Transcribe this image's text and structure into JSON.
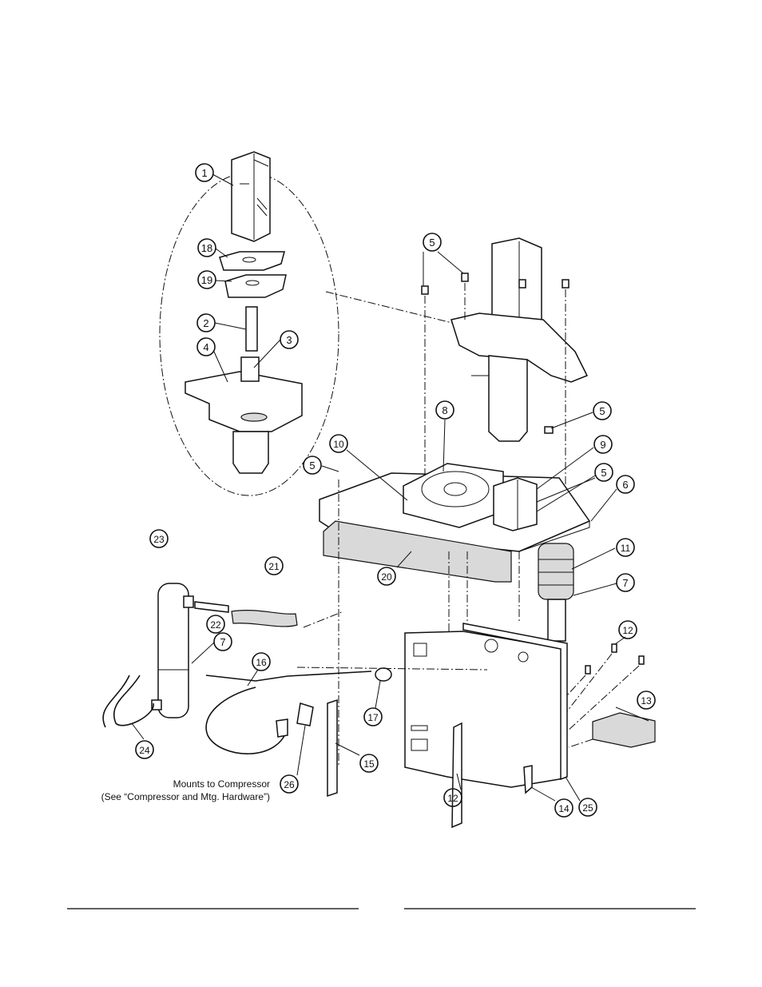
{
  "callouts": [
    {
      "id": "c1",
      "label": "1"
    },
    {
      "id": "c18",
      "label": "18"
    },
    {
      "id": "c19",
      "label": "19"
    },
    {
      "id": "c2",
      "label": "2"
    },
    {
      "id": "c3",
      "label": "3"
    },
    {
      "id": "c4",
      "label": "4"
    },
    {
      "id": "c5a",
      "label": "5"
    },
    {
      "id": "c5b",
      "label": "5"
    },
    {
      "id": "c5c",
      "label": "5"
    },
    {
      "id": "c5d",
      "label": "5"
    },
    {
      "id": "c8",
      "label": "8"
    },
    {
      "id": "c9",
      "label": "9"
    },
    {
      "id": "c10",
      "label": "10"
    },
    {
      "id": "c6",
      "label": "6"
    },
    {
      "id": "c11",
      "label": "11"
    },
    {
      "id": "c7a",
      "label": "7"
    },
    {
      "id": "c7b",
      "label": "7"
    },
    {
      "id": "c23",
      "label": "23"
    },
    {
      "id": "c21",
      "label": "21"
    },
    {
      "id": "c20",
      "label": "20"
    },
    {
      "id": "c22",
      "label": "22"
    },
    {
      "id": "c16",
      "label": "16"
    },
    {
      "id": "c12a",
      "label": "12"
    },
    {
      "id": "c12b",
      "label": "12"
    },
    {
      "id": "c13",
      "label": "13"
    },
    {
      "id": "c17",
      "label": "17"
    },
    {
      "id": "c24",
      "label": "24"
    },
    {
      "id": "c15",
      "label": "15"
    },
    {
      "id": "c26",
      "label": "26"
    },
    {
      "id": "c14",
      "label": "14"
    },
    {
      "id": "c25",
      "label": "25"
    }
  ],
  "note": {
    "line1": "Mounts to Compressor",
    "line2": "(See “Compressor and Mtg. Hardware”)"
  }
}
